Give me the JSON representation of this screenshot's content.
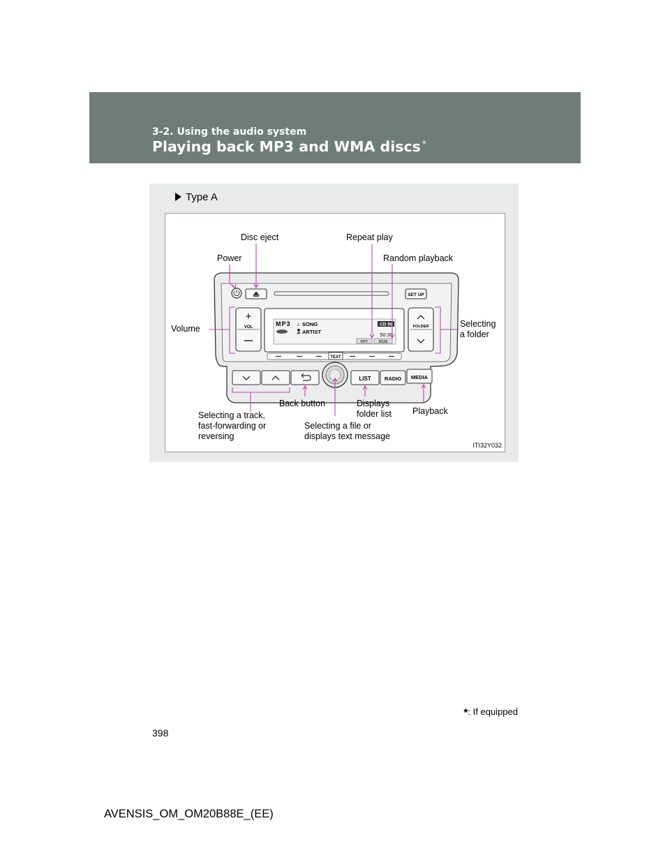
{
  "header": {
    "section": "3-2. Using the audio system",
    "title": "Playing back MP3 and WMA discs",
    "title_asterisk": "*"
  },
  "figure": {
    "type_label": "Type A",
    "code": "ITI32Y032",
    "callouts": {
      "disc_eject": "Disc eject",
      "repeat_play": "Repeat play",
      "power": "Power",
      "random_playback": "Random playback",
      "volume": "Volume",
      "selecting_folder": [
        "Selecting",
        "a folder"
      ],
      "selecting_track": [
        "Selecting a track,",
        "fast-forwarding or",
        "reversing"
      ],
      "back_button": "Back button",
      "displays_folder_list": [
        "Displays",
        "folder list"
      ],
      "playback": "Playback",
      "selecting_file": [
        "Selecting a file or",
        "displays text message"
      ]
    },
    "panel": {
      "setup": "SET UP",
      "vol": "VOL",
      "folder": "FOLDER",
      "text": "TEXT",
      "list": "LIST",
      "radio": "RADIO",
      "media": "MEDIA",
      "display": {
        "format": "MP3",
        "song": "SONG",
        "artist": "ARTIST",
        "cd_in": "CD IN",
        "time": "50:33",
        "rpt": "RPT",
        "rdm": "RDM"
      }
    }
  },
  "footnote": ": If equipped",
  "footnote_mark": "*",
  "page_number": "398",
  "doc_id": "AVENSIS_OM_OM20B88E_(EE)",
  "colors": {
    "header_bg": "#6f7c7a",
    "figure_bg": "#e8ebea",
    "callout_line": "#c040c0"
  }
}
